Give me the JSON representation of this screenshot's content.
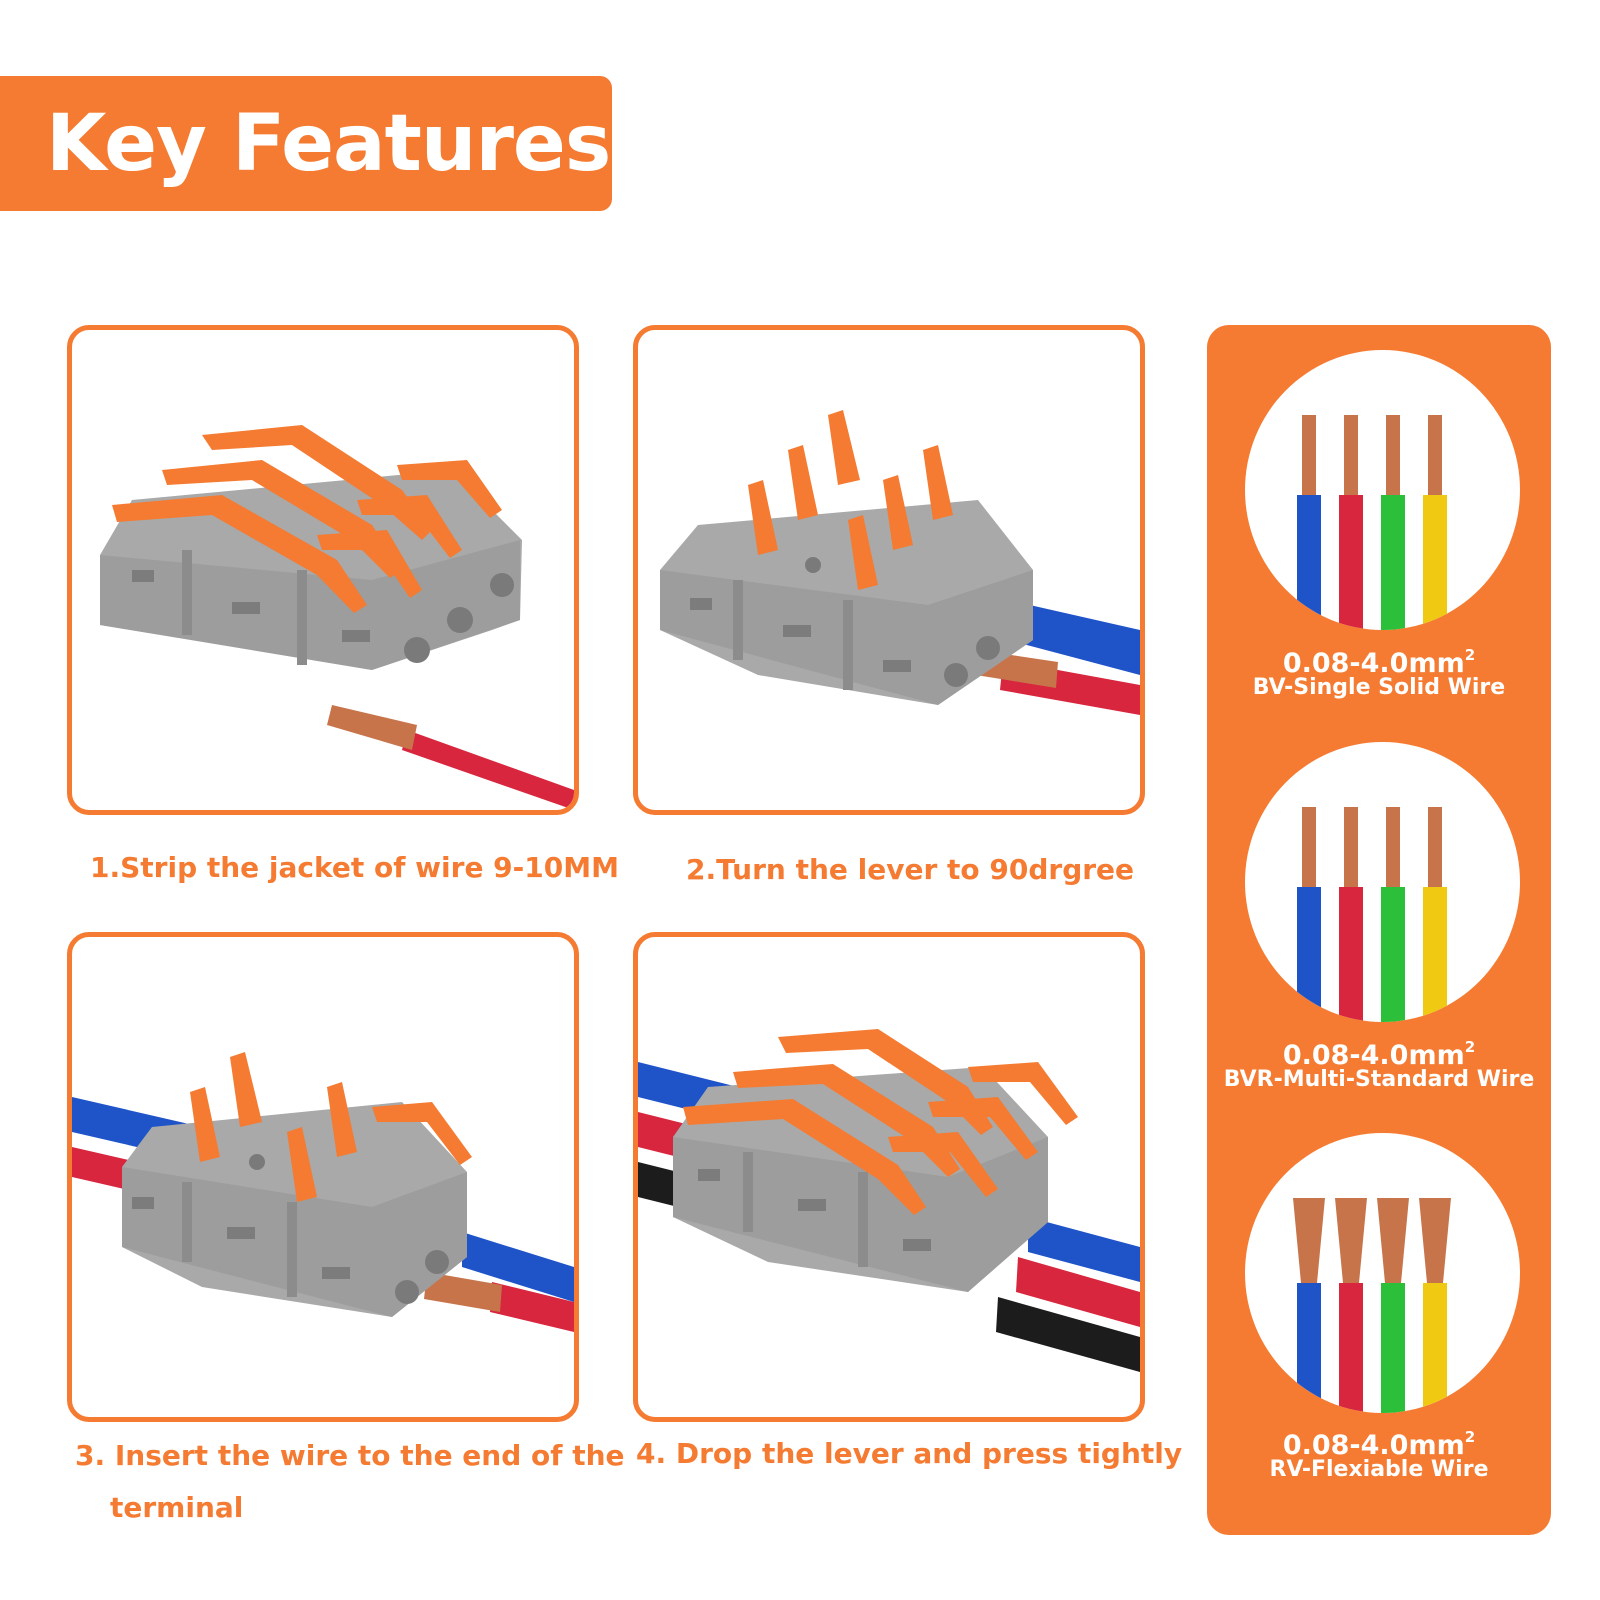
{
  "banner": {
    "title": "Key Features"
  },
  "steps": [
    {
      "caption": "1.Strip the jacket of wire 9-10MM"
    },
    {
      "caption": "2.Turn the lever to 90drgree"
    },
    {
      "caption_line1": "3. Insert the wire to the end of the",
      "caption_line2": "terminal"
    },
    {
      "caption": "4. Drop the lever and press tightly"
    }
  ],
  "wire_types": [
    {
      "size": "0.08-4.0mm",
      "unit_sup": "2",
      "name": "BV-Single Solid Wire"
    },
    {
      "size": "0.08-4.0mm",
      "unit_sup": "2",
      "name": "BVR-Multi-Standard Wire"
    },
    {
      "size": "0.08-4.0mm",
      "unit_sup": "2",
      "name": "RV-Flexiable Wire"
    }
  ],
  "colors": {
    "accent": "#f47b31",
    "connector_body": "#a7a7a7",
    "lever": "#f47b31",
    "wire_blue": "#1f54c9",
    "wire_red": "#d7263d",
    "wire_green": "#2cbf3a",
    "wire_yellow": "#f0c912",
    "wire_black": "#1c1c1c",
    "copper": "#c8744a"
  }
}
